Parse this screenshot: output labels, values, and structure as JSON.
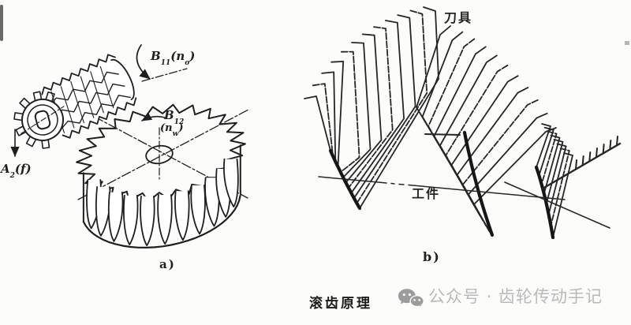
{
  "page": {
    "bg": "#fcfcfb",
    "ink": "#1f1f1f",
    "ink_b": "#262626"
  },
  "figure_a": {
    "caption": "a)",
    "label_b11": {
      "base": "B",
      "sub": "11",
      "arg_open": "(",
      "arg": "n",
      "arg_sub": "o",
      "arg_close": ")"
    },
    "label_b12": {
      "base": "B",
      "sub": "12"
    },
    "label_b12_arg": {
      "open": "(",
      "var": "n",
      "sub": "w",
      "close": ")"
    },
    "label_a2": {
      "base": "A",
      "sub": "2",
      "arg": "(f)"
    }
  },
  "figure_b": {
    "caption": "b)",
    "cutter_label": "刀具",
    "workpiece_label": "工件"
  },
  "footer": {
    "title": "滚齿原理",
    "icon": "wechat-icon",
    "account_text": "公众号 · 齿轮传动手记"
  },
  "colors": {
    "title": "#1c1c1c",
    "watermark": "#b9b9b9",
    "wechat_icon": "#9c9c9c"
  }
}
